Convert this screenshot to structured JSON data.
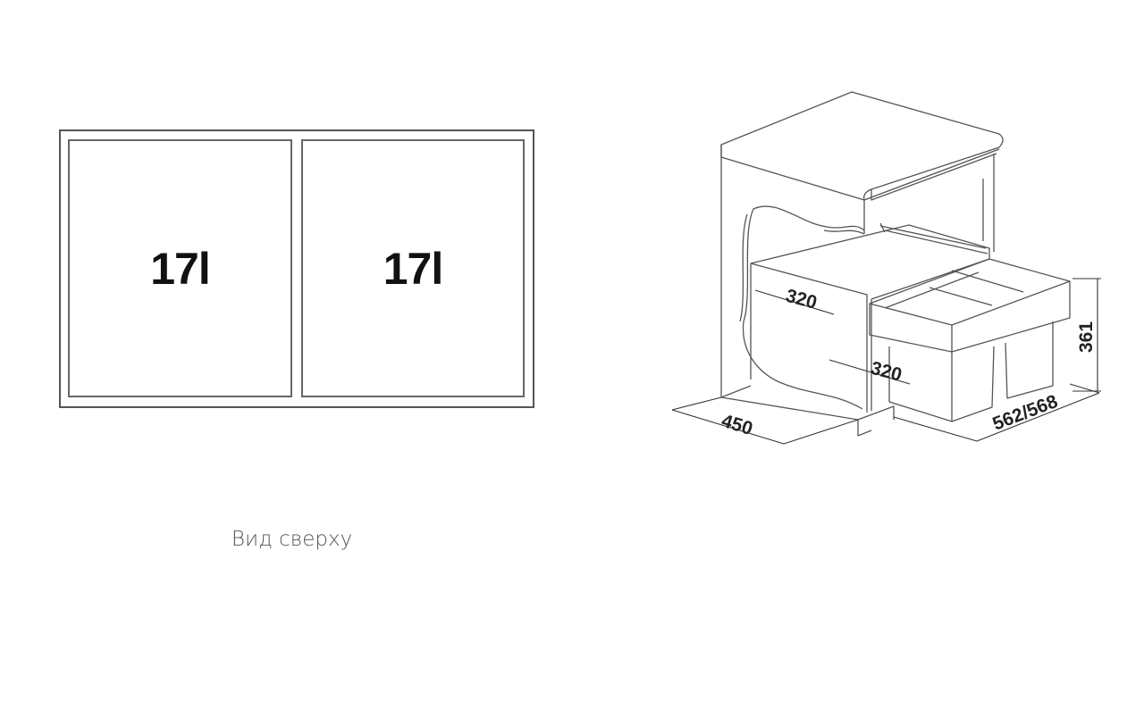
{
  "top_view": {
    "bins": [
      {
        "label": "17l"
      },
      {
        "label": "17l"
      }
    ],
    "caption": "Вид сверху"
  },
  "isometric_view": {
    "dimensions": {
      "drawer_front_width": "320",
      "bin_depth": "320",
      "cabinet_width": "450",
      "cabinet_depth": "562/568",
      "height": "361"
    }
  },
  "colors": {
    "line": "#555555",
    "text": "#111111"
  }
}
